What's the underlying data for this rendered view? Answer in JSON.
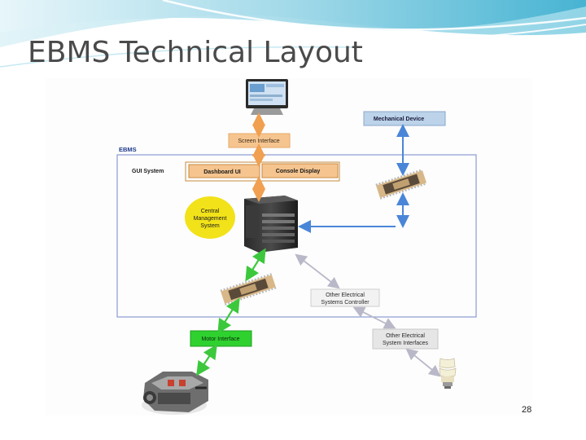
{
  "slide": {
    "title": "EBMS Technical Layout",
    "page_number": "28"
  },
  "diagram": {
    "system_label": "EBMS",
    "gui_label": "GUI System",
    "screen_interface": "Screen Interface",
    "mechanical_device": "Mechanical Device",
    "dashboard_ui": "Dashboard UI",
    "console_display": "Console Display",
    "central_management_line1": "Central",
    "central_management_line2": "Management",
    "central_management_line3": "System",
    "other_controller_line1": "Other Electrical",
    "other_controller_line2": "Systems Controller",
    "motor_interface": "Motor Interface",
    "other_interfaces_line1": "Other Electrical",
    "other_interfaces_line2": "System Interfaces"
  },
  "colors": {
    "orange_box": "#f6c58f",
    "blue_box": "#bcd3ea",
    "yellow_circle": "#f2e21a",
    "green_box": "#2fd12f",
    "gray_box": "#e6e6e6",
    "ebms_border": "#8a9bd4",
    "orange_arrow": "#f0a050",
    "blue_arrow": "#4a86d8",
    "green_arrow": "#3cc83c",
    "gray_arrow": "#b8b8c8"
  },
  "icons": [
    "monitor-icon",
    "chip-icon",
    "server-tower-icon",
    "engine-icon",
    "light-bulb-icon"
  ]
}
